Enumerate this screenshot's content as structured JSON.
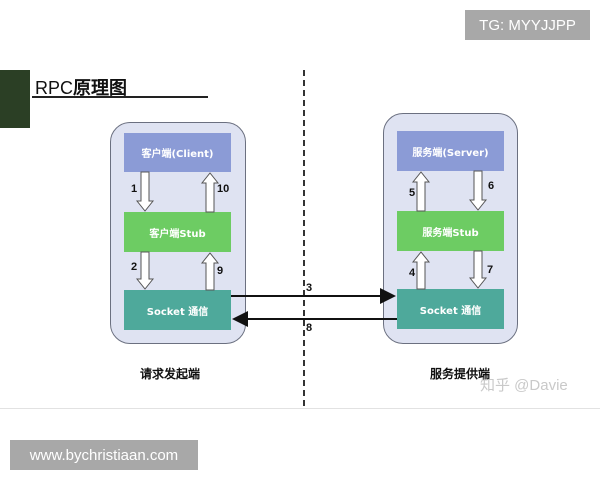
{
  "header": {
    "title_en": "RPC",
    "title_zh": "原理图",
    "accent_bar_color": "#2b3f25"
  },
  "client_side": {
    "label": "请求发起端",
    "boxes": {
      "client": "客户端(Client)",
      "stub": "客户端Stub",
      "socket": "Socket 通信"
    },
    "steps": {
      "down1": "1",
      "up10": "10",
      "down2": "2",
      "up9": "9"
    }
  },
  "server_side": {
    "label": "服务提供端",
    "boxes": {
      "server": "服务端(Server)",
      "stub": "服务端Stub",
      "socket": "Socket 通信"
    },
    "steps": {
      "up5": "5",
      "down6": "6",
      "up4": "4",
      "down7": "7"
    }
  },
  "network": {
    "request_step": "3",
    "response_step": "8"
  },
  "colors": {
    "container_fill": "#dfe3f2",
    "client_box": "#8b9bd6",
    "stub_box": "#6dcc63",
    "socket_box": "#4ea99b"
  },
  "watermarks": {
    "zhihu": "知乎 @Davie",
    "tg": "TG: MYYJJPP",
    "website": "www.bychristiaan.com"
  }
}
